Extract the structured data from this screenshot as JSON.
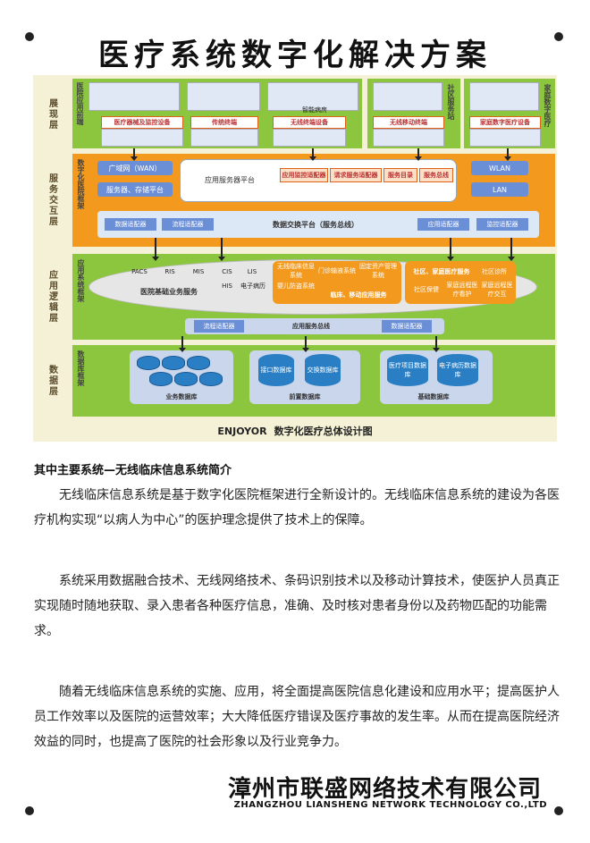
{
  "title": "医疗系统数字化解决方案",
  "diagram": {
    "layers": {
      "presentation": "展现层",
      "service": "服务交互层",
      "logic": "应用逻辑层",
      "data": "数据层"
    },
    "presentation": {
      "hospital_frontend": "医院应用前端",
      "devices_monitoring": "医疗器械及监控设备",
      "traditional_terminal": "传统终端",
      "smart_ward": "智能病房",
      "wireless_terminal": "无线终端设备",
      "community_label": "社区服务站",
      "wireless_mobile_terminal": "无线移动终端",
      "family_label": "家庭数字医疗",
      "family_device": "家庭数字医疗设备"
    },
    "service": {
      "side_label": "数字化医院框架",
      "wan": "广域网（WAN）",
      "storage": "服务器、存储平台",
      "app_server_platform": "应用服务器平台",
      "modules": [
        "应用监控适配器",
        "请求服务适配器",
        "服务目录",
        "服务总线"
      ],
      "wlan": "WLAN",
      "lan": "LAN",
      "adapters_left": [
        "数据适配器",
        "流程适配器"
      ],
      "exchange": "数据交换平台（服务总线）",
      "adapters_right": [
        "应用适配器",
        "监控适配器"
      ]
    },
    "logic": {
      "side_label": "应用系统框架",
      "systems": [
        "PACS",
        "RIS",
        "MIS",
        "CIS",
        "LIS",
        "HIS",
        "电子病历"
      ],
      "base_services": "医院基础业务服务",
      "wireless_clinical": "无线临床信息系统",
      "outpatient": "门诊输液系统",
      "fixed_assets": "固定资产管理系统",
      "infant_security": "婴儿防盗系统",
      "clinical_mobile": "临床、移动应用服务",
      "community_family": "社区、家庭医疗服务",
      "community_clinic": "社区诊所",
      "community_health": "社区保健",
      "family_remote_care": "家庭远程医疗看护",
      "family_remote_exchange": "家庭远程医疗交互",
      "flow_adapter": "流程适配器",
      "app_service_bus": "应用服务总线",
      "data_adapter": "数据适配器"
    },
    "data": {
      "side_label": "数据库框架",
      "business_db": "业务数据库",
      "interface_db": "接口数据库",
      "exchange_db": "交换数据库",
      "frontend_db": "前置数据库",
      "medical_project_db": "医疗项目数据库",
      "emr_db": "电子病历数据库",
      "base_db": "基础数据库"
    },
    "caption_brand": "ENJOYOR",
    "caption_text": "数字化医疗总体设计图"
  },
  "section_heading": "其中主要系统—无线临床信息系统简介",
  "paragraphs": [
    "无线临床信息系统是基于数字化医院框架进行全新设计的。无线临床信息系统的建设为各医疗机构实现“以病人为中心”的医护理念提供了技术上的保障。",
    "系统采用数据融合技术、无线网络技术、条码识别技术以及移动计算技术，使医护人员真正实现随时随地获取、录入患者各种医疗信息，准确、及时核对患者身份以及药物匹配的功能需求。",
    "随着无线临床信息系统的实施、应用，将全面提高医院信息化建设和应用水平；提高医护人员工作效率以及医院的运营效率；大大降低医疗错误及医疗事故的发生率。从而在提高医院经济效益的同时，也提高了医院的社会形象以及行业竞争力。"
  ],
  "company": {
    "name_cn": "漳州市联盛网络技术有限公司",
    "name_en": "ZHANGZHOU LIANSHENG NETWORK TECHNOLOGY CO.,LTD"
  }
}
